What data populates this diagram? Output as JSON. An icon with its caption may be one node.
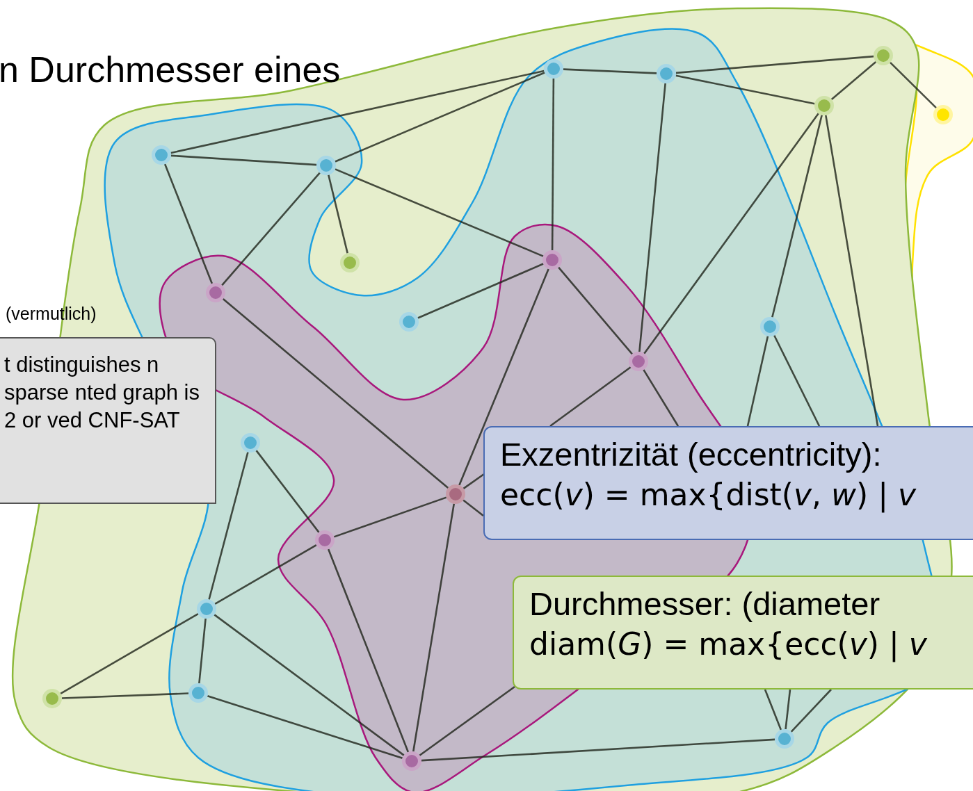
{
  "diagram": {
    "nodes": [
      {
        "text": [],
        "shape": "circle"
      },
      {
        "text": [],
        "shape": "circle"
      },
      {
        "text": [],
        "shape": "circle"
      },
      {
        "text": [],
        "shape": "circle"
      },
      {
        "text": [],
        "shape": "circle"
      },
      {
        "text": [],
        "shape": "circle"
      },
      {
        "text": [],
        "shape": "circle"
      },
      {
        "text": [],
        "shape": "circle"
      },
      {
        "text": [],
        "shape": "circle"
      },
      {
        "text": [],
        "shape": "circle"
      },
      {
        "text": [],
        "shape": "circle"
      },
      {
        "text": [],
        "shape": "circle"
      },
      {
        "text": [],
        "shape": "circle"
      },
      {
        "text": [],
        "shape": "circle"
      },
      {
        "text": [],
        "shape": "circle"
      },
      {
        "text": [],
        "shape": "circle"
      },
      {
        "text": [],
        "shape": "circle"
      },
      {
        "text": [],
        "shape": "circle"
      },
      {
        "text": [],
        "shape": "circle"
      },
      {
        "text": [],
        "shape": "circle"
      },
      {
        "text": [],
        "shape": "circle"
      },
      {
        "text": [
          "t distinguishes n sparse nted graph is 2 or ved CNF-SAT"
        ]
      },
      {
        "text": [
          "Exzentrizität (eccentricity):",
          "ecc(*v*) = max{dist(*v*, *w*) | *v*"
        ]
      },
      {
        "text": [
          "Durchmesser: (diameter",
          "diam(*G*) = max{ecc(*v*) | *v*"
        ]
      }
    ],
    "edges": [
      {
        "from": 0,
        "to": 1,
        "arrow": "none"
      },
      {
        "from": 0,
        "to": 3,
        "arrow": "none"
      },
      {
        "from": 0,
        "to": 8,
        "arrow": "none"
      },
      {
        "from": 1,
        "to": 3,
        "arrow": "none"
      },
      {
        "from": 1,
        "to": 2,
        "arrow": "none"
      },
      {
        "from": 1,
        "to": 8,
        "arrow": "none"
      },
      {
        "from": 1,
        "to": 9,
        "arrow": "none"
      },
      {
        "from": 3,
        "to": 4,
        "arrow": "none"
      },
      {
        "from": 3,
        "to": 9,
        "arrow": "none"
      },
      {
        "from": 4,
        "to": 5,
        "arrow": "none"
      },
      {
        "from": 4,
        "to": 6,
        "arrow": "none"
      },
      {
        "from": 4,
        "to": 11,
        "arrow": "none"
      },
      {
        "from": 5,
        "to": 6,
        "arrow": "none"
      },
      {
        "from": 5,
        "to": 7,
        "arrow": "none"
      },
      {
        "from": 6,
        "to": 11,
        "arrow": "none"
      },
      {
        "from": 6,
        "to": 12,
        "arrow": "none"
      },
      {
        "from": 6,
        "to": 22,
        "arrow": "none"
      },
      {
        "from": 9,
        "to": 10,
        "arrow": "none"
      },
      {
        "from": 9,
        "to": 11,
        "arrow": "none"
      },
      {
        "from": 9,
        "to": 14,
        "arrow": "none"
      },
      {
        "from": 8,
        "to": 14,
        "arrow": "none"
      },
      {
        "from": 11,
        "to": 22,
        "arrow": "none"
      },
      {
        "from": 11,
        "to": 22,
        "arrow": "none"
      },
      {
        "from": 12,
        "to": 22,
        "arrow": "none"
      },
      {
        "from": 12,
        "to": 22,
        "arrow": "none"
      },
      {
        "from": 14,
        "to": 22,
        "arrow": "none"
      },
      {
        "from": 13,
        "to": 15,
        "arrow": "none"
      },
      {
        "from": 13,
        "to": 16,
        "arrow": "none"
      },
      {
        "from": 15,
        "to": 14,
        "arrow": "none"
      },
      {
        "from": 15,
        "to": 16,
        "arrow": "none"
      },
      {
        "from": 15,
        "to": 19,
        "arrow": "none"
      },
      {
        "from": 14,
        "to": 19,
        "arrow": "none"
      },
      {
        "from": 16,
        "to": 17,
        "arrow": "none"
      },
      {
        "from": 16,
        "to": 18,
        "arrow": "none"
      },
      {
        "from": 16,
        "to": 19,
        "arrow": "none"
      },
      {
        "from": 17,
        "to": 18,
        "arrow": "none"
      },
      {
        "from": 18,
        "to": 19,
        "arrow": "none"
      },
      {
        "from": 19,
        "to": 20,
        "arrow": "none"
      },
      {
        "from": 19,
        "to": 23,
        "arrow": "none"
      },
      {
        "from": 20,
        "to": 23,
        "arrow": "none"
      },
      {
        "from": 20,
        "to": 23,
        "arrow": "none"
      },
      {
        "from": 20,
        "to": 23,
        "arrow": "none"
      },
      {
        "from": 14,
        "to": 22,
        "arrow": "none"
      }
    ],
    "labels": [
      "n Durchmesser eines",
      "(vermutlich)"
    ]
  }
}
